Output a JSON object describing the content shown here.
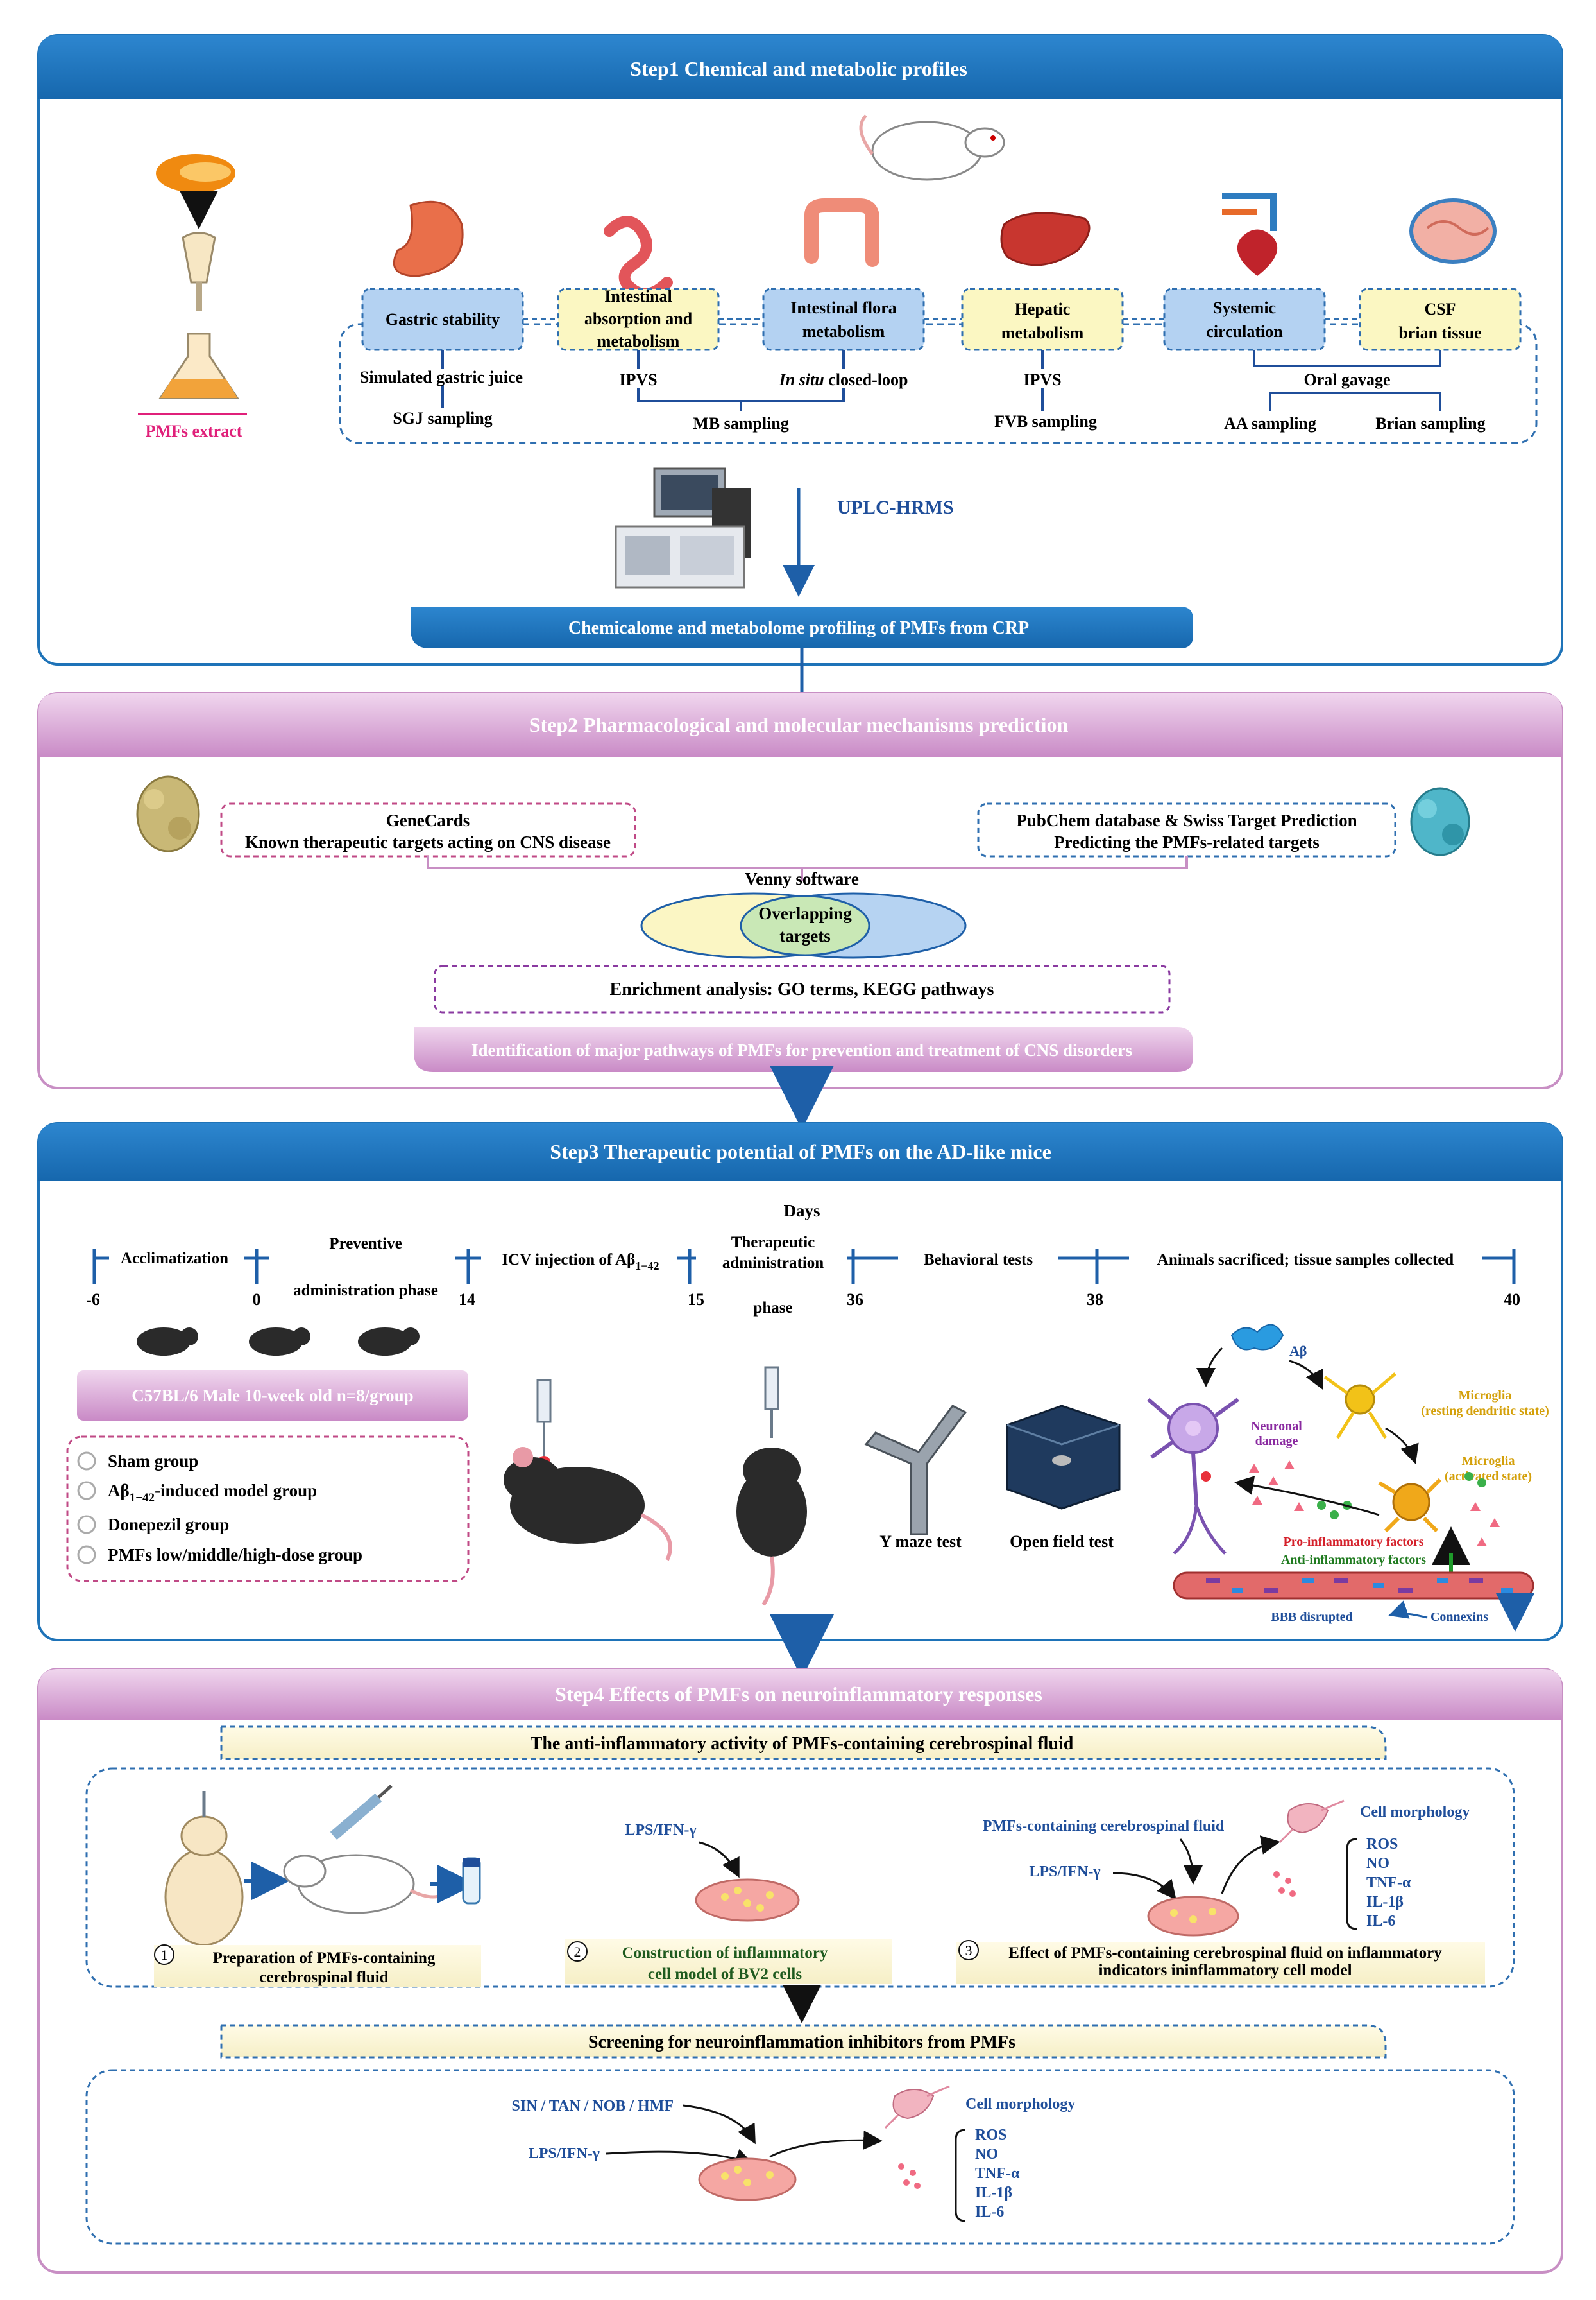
{
  "colors": {
    "step_blue": "#1e73b8",
    "step_pink": "#c88fc4",
    "node_blue": "#b4d2f2",
    "node_yellow": "#fbf7c2",
    "dash_blue": "#2f6fb0",
    "dash_pink": "#c04a86",
    "pmfs_pink": "#e0207a",
    "label_blue": "#1f4e9a",
    "green_text": "#1e7a1e",
    "red_text": "#d4202a"
  },
  "step1": {
    "title": "Step1 Chemical and metabolic profiles",
    "pmfs_extract": "PMFs extract",
    "nodes": {
      "gastric": "Gastric stability",
      "intestinal_1": "Intestinal",
      "intestinal_2": "absorption and",
      "intestinal_3": "metabolism",
      "flora_1": "Intestinal flora",
      "flora_2": "metabolism",
      "hepatic_1": "Hepatic",
      "hepatic_2": "metabolism",
      "systemic_1": "Systemic",
      "systemic_2": "circulation",
      "csf_1": "CSF",
      "csf_2": "brian tissue"
    },
    "labels": {
      "simulated": "Simulated gastric juice",
      "sgj": "SGJ sampling",
      "ipvs1": "IPVS",
      "insitu_italic": "In situ",
      "insitu_rest": " closed-loop",
      "mb": "MB sampling",
      "ipvs2": "IPVS",
      "fvb": "FVB sampling",
      "oral": "Oral gavage",
      "aa": "AA sampling",
      "brain": "Brian sampling"
    },
    "uplc": "UPLC-HRMS",
    "banner": "Chemicalome and metabolome profiling of PMFs from CRP"
  },
  "step2": {
    "title": "Step2 Pharmacological and molecular mechanisms prediction",
    "genecards_1": "GeneCards",
    "genecards_2": "Known therapeutic targets acting on CNS disease",
    "pubchem_1": "PubChem database & Swiss Target Prediction",
    "pubchem_2": "Predicting the PMFs-related targets",
    "venny": "Venny software",
    "overlap_1": "Overlapping",
    "overlap_2": "targets",
    "enrichment": "Enrichment analysis: GO terms, KEGG pathways",
    "banner": "Identification of major pathways of PMFs for prevention and treatment of CNS disorders"
  },
  "step3": {
    "title": "Step3 Therapeutic potential of PMFs on the AD-like mice",
    "days": "Days",
    "timeline": {
      "ticks": [
        "-6",
        "0",
        "14",
        "15",
        "36",
        "38",
        "40"
      ],
      "acclim": "Acclimatization",
      "prev_1": "Preventive",
      "prev_2": "administration phase",
      "icv_a": "ICV  injection of Aβ",
      "icv_sub": "1−42",
      "ther_1": "Therapeutic",
      "ther_2": "administration",
      "ther_3": "phase",
      "behav": "Behavioral tests",
      "sacr": "Animals sacrificed;  tissue samples collected"
    },
    "mice_info": "C57BL/6   Male    10-week old    n=8/group",
    "groups": {
      "sham": "Sham group",
      "model_a": "Aβ",
      "model_sub": "1−42",
      "model_b": "-induced model group",
      "donepezil": "Donepezil group",
      "pmfs": "PMFs low/middle/high-dose group"
    },
    "y_maze": "Y  maze test",
    "open_field": "Open field test",
    "mech": {
      "ab": "Aβ",
      "microglia1_a": "Microglia",
      "microglia1_b": "(resting dendritic state)",
      "neuronal_a": "Neuronal",
      "neuronal_b": "damage",
      "microglia2_a": "Microglia",
      "microglia2_b": "(activated state)",
      "pro": "Pro-inflammatory  factors",
      "anti": "Anti-inflammatory factors",
      "bbb": "BBB disrupted",
      "connexins": "Connexins"
    }
  },
  "step4": {
    "title": "Step4  Effects of PMFs on neuroinflammatory responses",
    "anti_title": "The anti-inflammatory activity of PMFs-containing cerebrospinal fluid",
    "s1_num": "1",
    "s1_a": "Preparation of PMFs-containing",
    "s1_b": "cerebrospinal fluid",
    "lps1": "LPS/IFN-γ",
    "s2_num": "2",
    "s2_a": "Construction of inflammatory",
    "s2_b": "cell model of BV2 cells",
    "pmfs_csf": "PMFs-containing cerebrospinal fluid",
    "lps2": "LPS/IFN-γ",
    "cell_morph1": "Cell morphology",
    "markers1": [
      "ROS",
      "NO",
      "TNF-α",
      "IL-1β",
      "IL-6"
    ],
    "s3_num": "3",
    "s3_a": "Effect of PMFs-containing cerebrospinal fluid on inflammatory",
    "s3_b": "indicators  ininflammatory cell model",
    "screen_title": "Screening for neuroinflammation inhibitors from PMFs",
    "compounds": "SIN /  TAN /  NOB / HMF",
    "lps3": "LPS/IFN-γ",
    "cell_morph2": "Cell morphology",
    "markers2": [
      "ROS",
      "NO",
      "TNF-α",
      "IL-1β",
      "IL-6"
    ]
  }
}
